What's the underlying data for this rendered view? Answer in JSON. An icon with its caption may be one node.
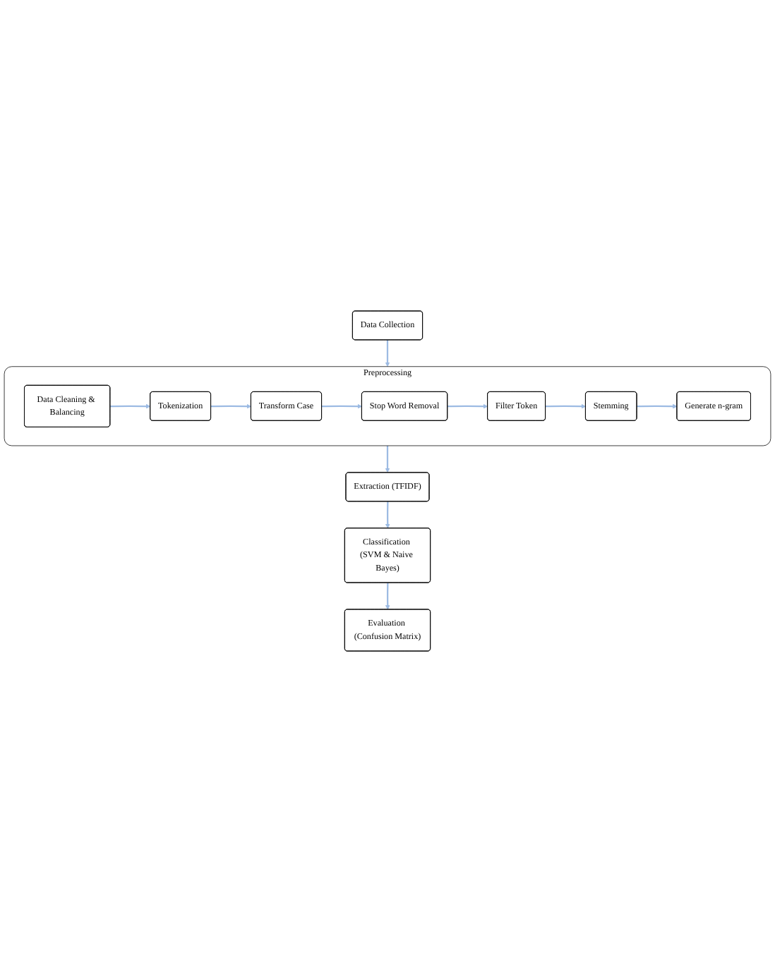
{
  "diagram": {
    "nodes": [
      {
        "text": [
          "Data Collection"
        ]
      },
      {
        "text": [
          "Preprocessing"
        ]
      },
      {
        "text": [
          "Data Cleaning & Balancing"
        ],
        "in": 1
      },
      {
        "text": [
          "Tokenization"
        ],
        "in": 1
      },
      {
        "text": [
          "Transform Case"
        ],
        "in": 1
      },
      {
        "text": [
          "Stop Word Removal"
        ],
        "in": 1
      },
      {
        "text": [
          "Filter Token"
        ],
        "in": 1
      },
      {
        "text": [
          "Stemming"
        ],
        "in": 1
      },
      {
        "text": [
          "Generate n-gram"
        ],
        "in": 1
      },
      {
        "text": [
          "Extraction (TFIDF)"
        ]
      },
      {
        "text": [
          "Classification (SVM & Naive Bayes)"
        ]
      },
      {
        "text": [
          "Evaluation (Confusion Matrix)"
        ]
      }
    ],
    "edges": [
      {
        "from": 0,
        "to": 1,
        "arrow": "to"
      },
      {
        "from": 2,
        "to": 3,
        "arrow": "to"
      },
      {
        "from": 3,
        "to": 4,
        "arrow": "to"
      },
      {
        "from": 4,
        "to": 5,
        "arrow": "to"
      },
      {
        "from": 5,
        "to": 6,
        "arrow": "to"
      },
      {
        "from": 6,
        "to": 7,
        "arrow": "to"
      },
      {
        "from": 7,
        "to": 8,
        "arrow": "to"
      },
      {
        "from": 1,
        "to": 9,
        "arrow": "to"
      },
      {
        "from": 9,
        "to": 10,
        "arrow": "to"
      },
      {
        "from": 10,
        "to": 11,
        "arrow": "to"
      }
    ]
  }
}
